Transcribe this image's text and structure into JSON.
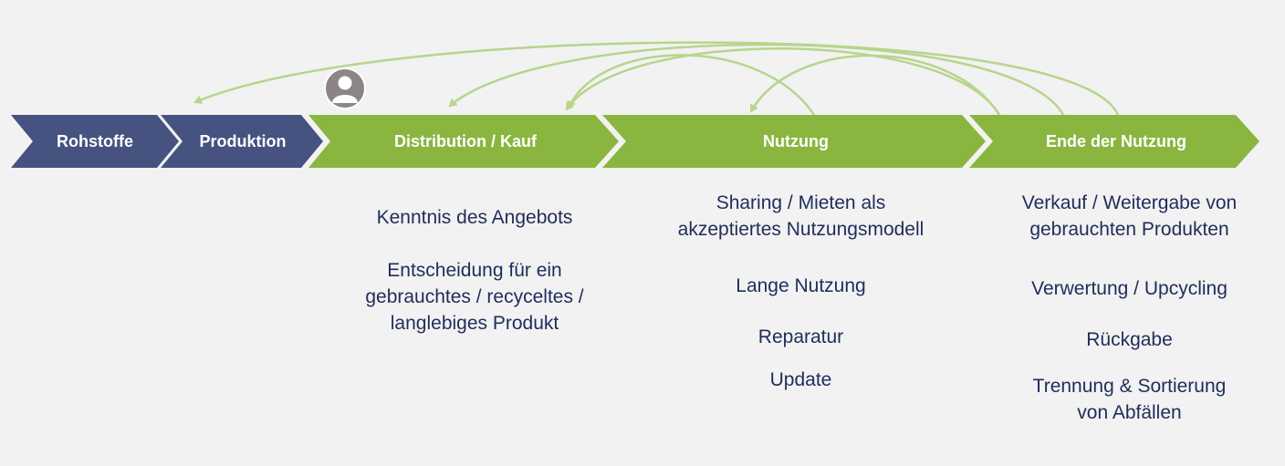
{
  "colors": {
    "navy": "#46527f",
    "green": "#8ab63f",
    "arrow": "#b7d58c",
    "icon": "#8c8585",
    "text_dark": "#1f2d5a",
    "background": "#f2f2f2"
  },
  "icons": {
    "user": "user-icon"
  },
  "stages": [
    {
      "label": "Rohstoffe"
    },
    {
      "label": "Produktion"
    },
    {
      "label": "Distribution / Kauf"
    },
    {
      "label": "Nutzung"
    },
    {
      "label": "Ende der Nutzung"
    }
  ],
  "distribution": {
    "items": [
      "Kenntnis des Angebots",
      "Entscheidung für ein",
      "gebrauchtes / recyceltes /",
      "langlebiges Produkt"
    ]
  },
  "nutzung": {
    "items": [
      "Sharing / Mieten als",
      "akzeptiertes Nutzungsmodell",
      "Lange Nutzung",
      "Reparatur",
      "Update"
    ]
  },
  "ende": {
    "items": [
      "Verkauf / Weitergabe von",
      "gebrauchten Produkten",
      "Verwertung / Upcycling",
      "Rückgabe",
      "Trennung & Sortierung",
      "von Abfällen"
    ]
  }
}
